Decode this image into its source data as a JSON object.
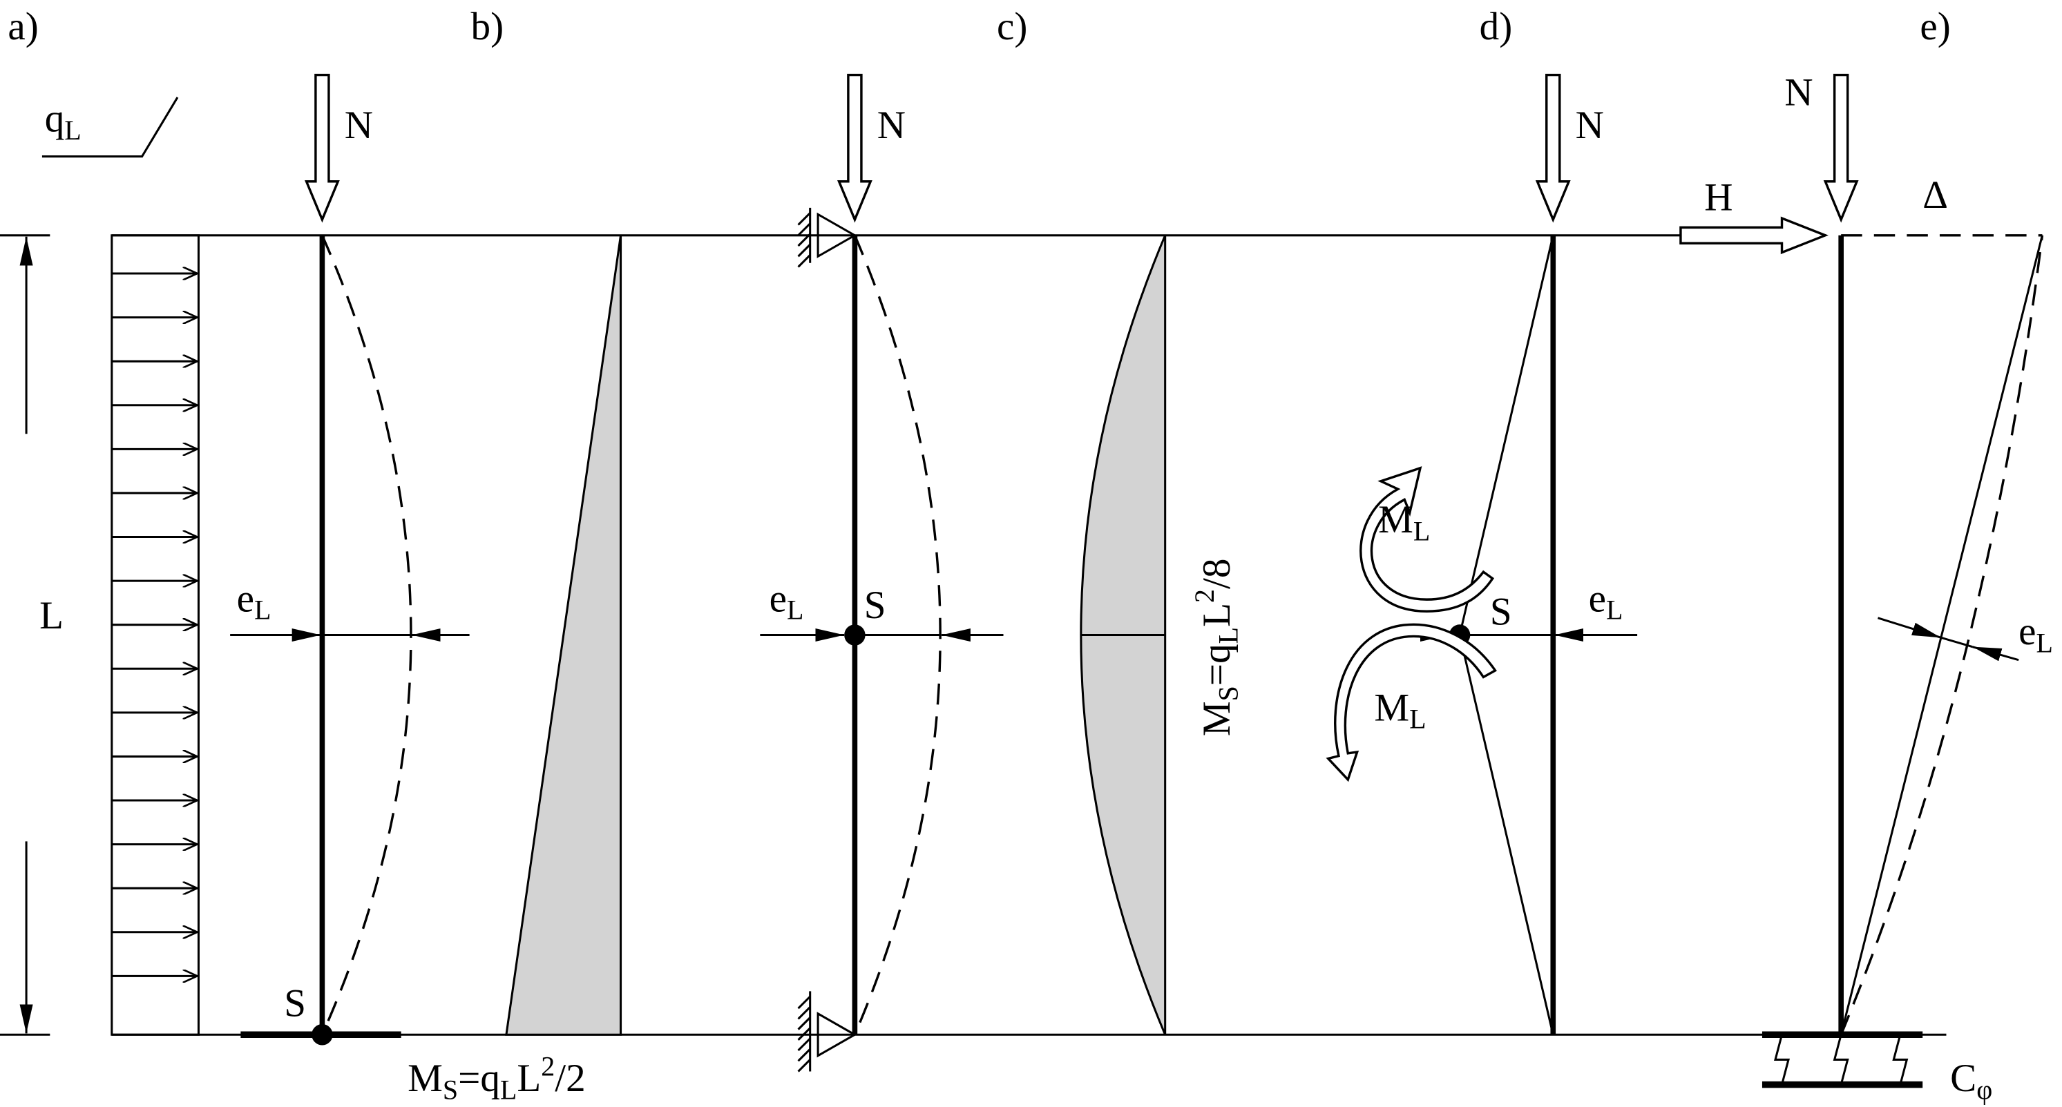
{
  "panels": {
    "a": "a)",
    "b": "b)",
    "c": "c)",
    "d": "d)",
    "e": "e)"
  },
  "labels": {
    "q": "q",
    "q_sub": "L",
    "L": "L",
    "N": "N",
    "H": "H",
    "delta": "Δ",
    "e": "e",
    "e_sub": "L",
    "S": "S",
    "M": "M",
    "M_sub": "L",
    "ms_b": {
      "M": "M",
      "S": "S",
      "eq": "=q",
      "L": "L",
      "L2": "L",
      "pow": "2",
      "den": "/2"
    },
    "ms_c": {
      "M": "M",
      "S": "S",
      "eq": "=q",
      "L": "L",
      "L2": "L",
      "pow": "2",
      "den": "/8"
    },
    "C": "C",
    "C_sub": "φ"
  },
  "colors": {
    "moment_fill": "#d3d3d3",
    "line": "#000000"
  }
}
